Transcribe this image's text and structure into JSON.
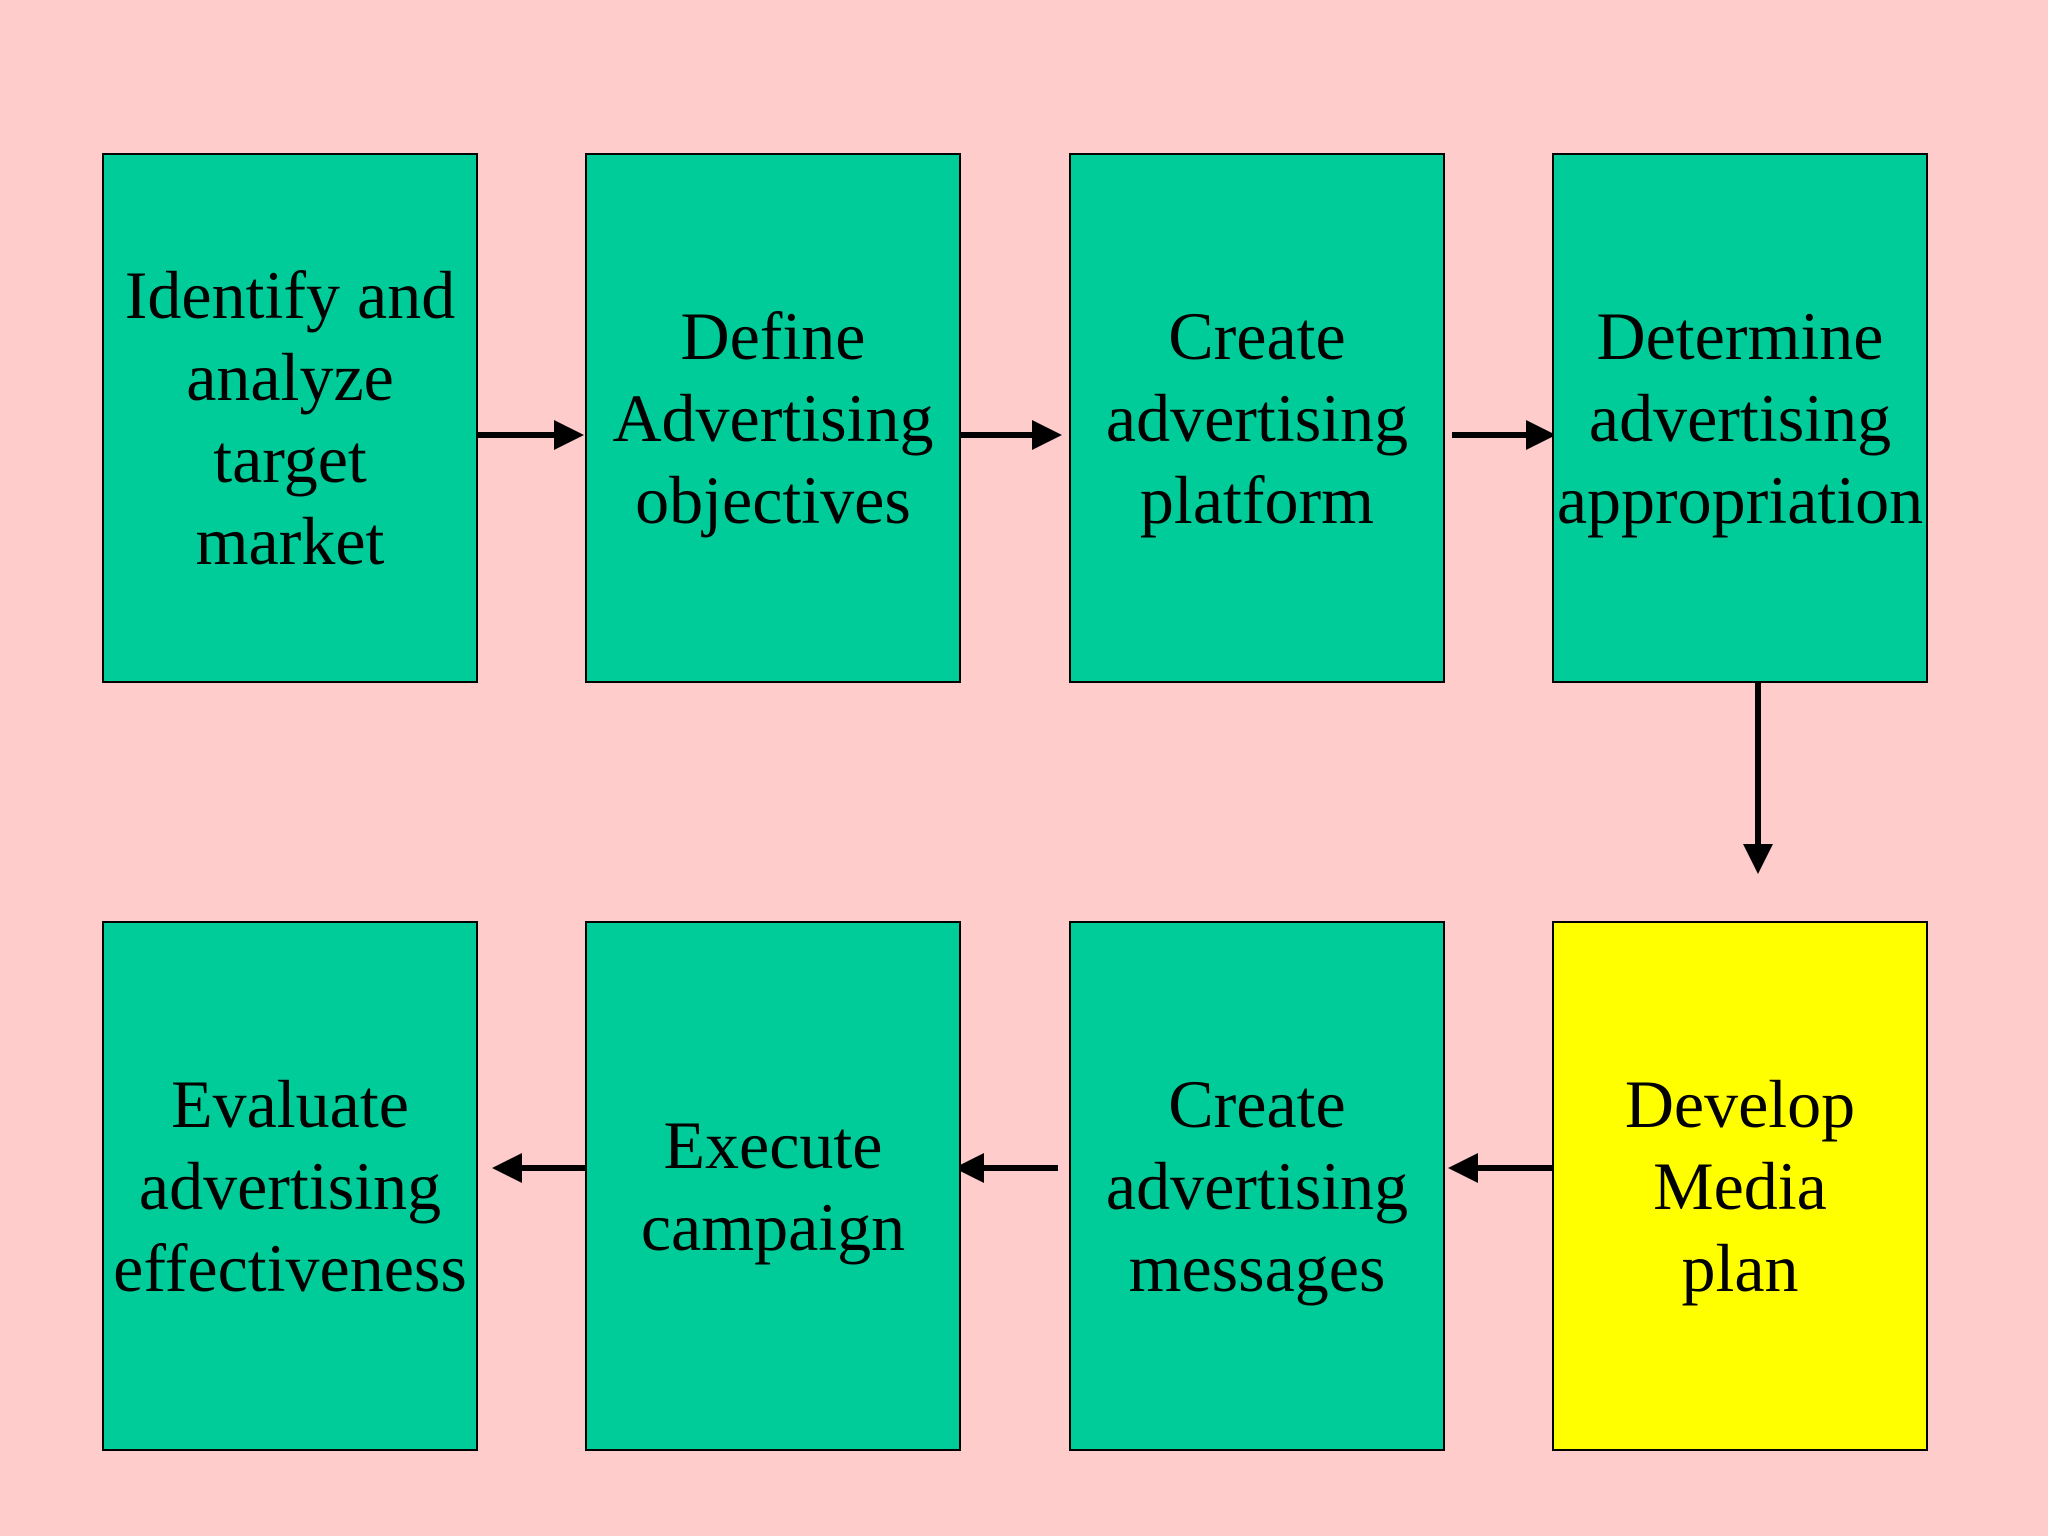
{
  "colors": {
    "background": "#ffcccc",
    "step_fill": "#00cc99",
    "highlight_fill": "#ffff00",
    "border": "#000000",
    "arrow": "#000000"
  },
  "steps": [
    {
      "label": "Identify and\nanalyze\ntarget\nmarket",
      "highlight": false
    },
    {
      "label": "Define\nAdvertising\nobjectives",
      "highlight": false
    },
    {
      "label": "Create\nadvertising\nplatform",
      "highlight": false
    },
    {
      "label": "Determine\nadvertising\nappropriation",
      "highlight": false
    },
    {
      "label": "Develop\nMedia\nplan",
      "highlight": true
    },
    {
      "label": "Create\nadvertising\nmessages",
      "highlight": false
    },
    {
      "label": "Execute\ncampaign",
      "highlight": false
    },
    {
      "label": "Evaluate\nadvertising\neffectiveness",
      "highlight": false
    }
  ],
  "connections": [
    {
      "from": 1,
      "to": 2
    },
    {
      "from": 2,
      "to": 3
    },
    {
      "from": 3,
      "to": 4
    },
    {
      "from": 4,
      "to": 5
    },
    {
      "from": 5,
      "to": 6
    },
    {
      "from": 6,
      "to": 7
    },
    {
      "from": 7,
      "to": 8
    }
  ]
}
